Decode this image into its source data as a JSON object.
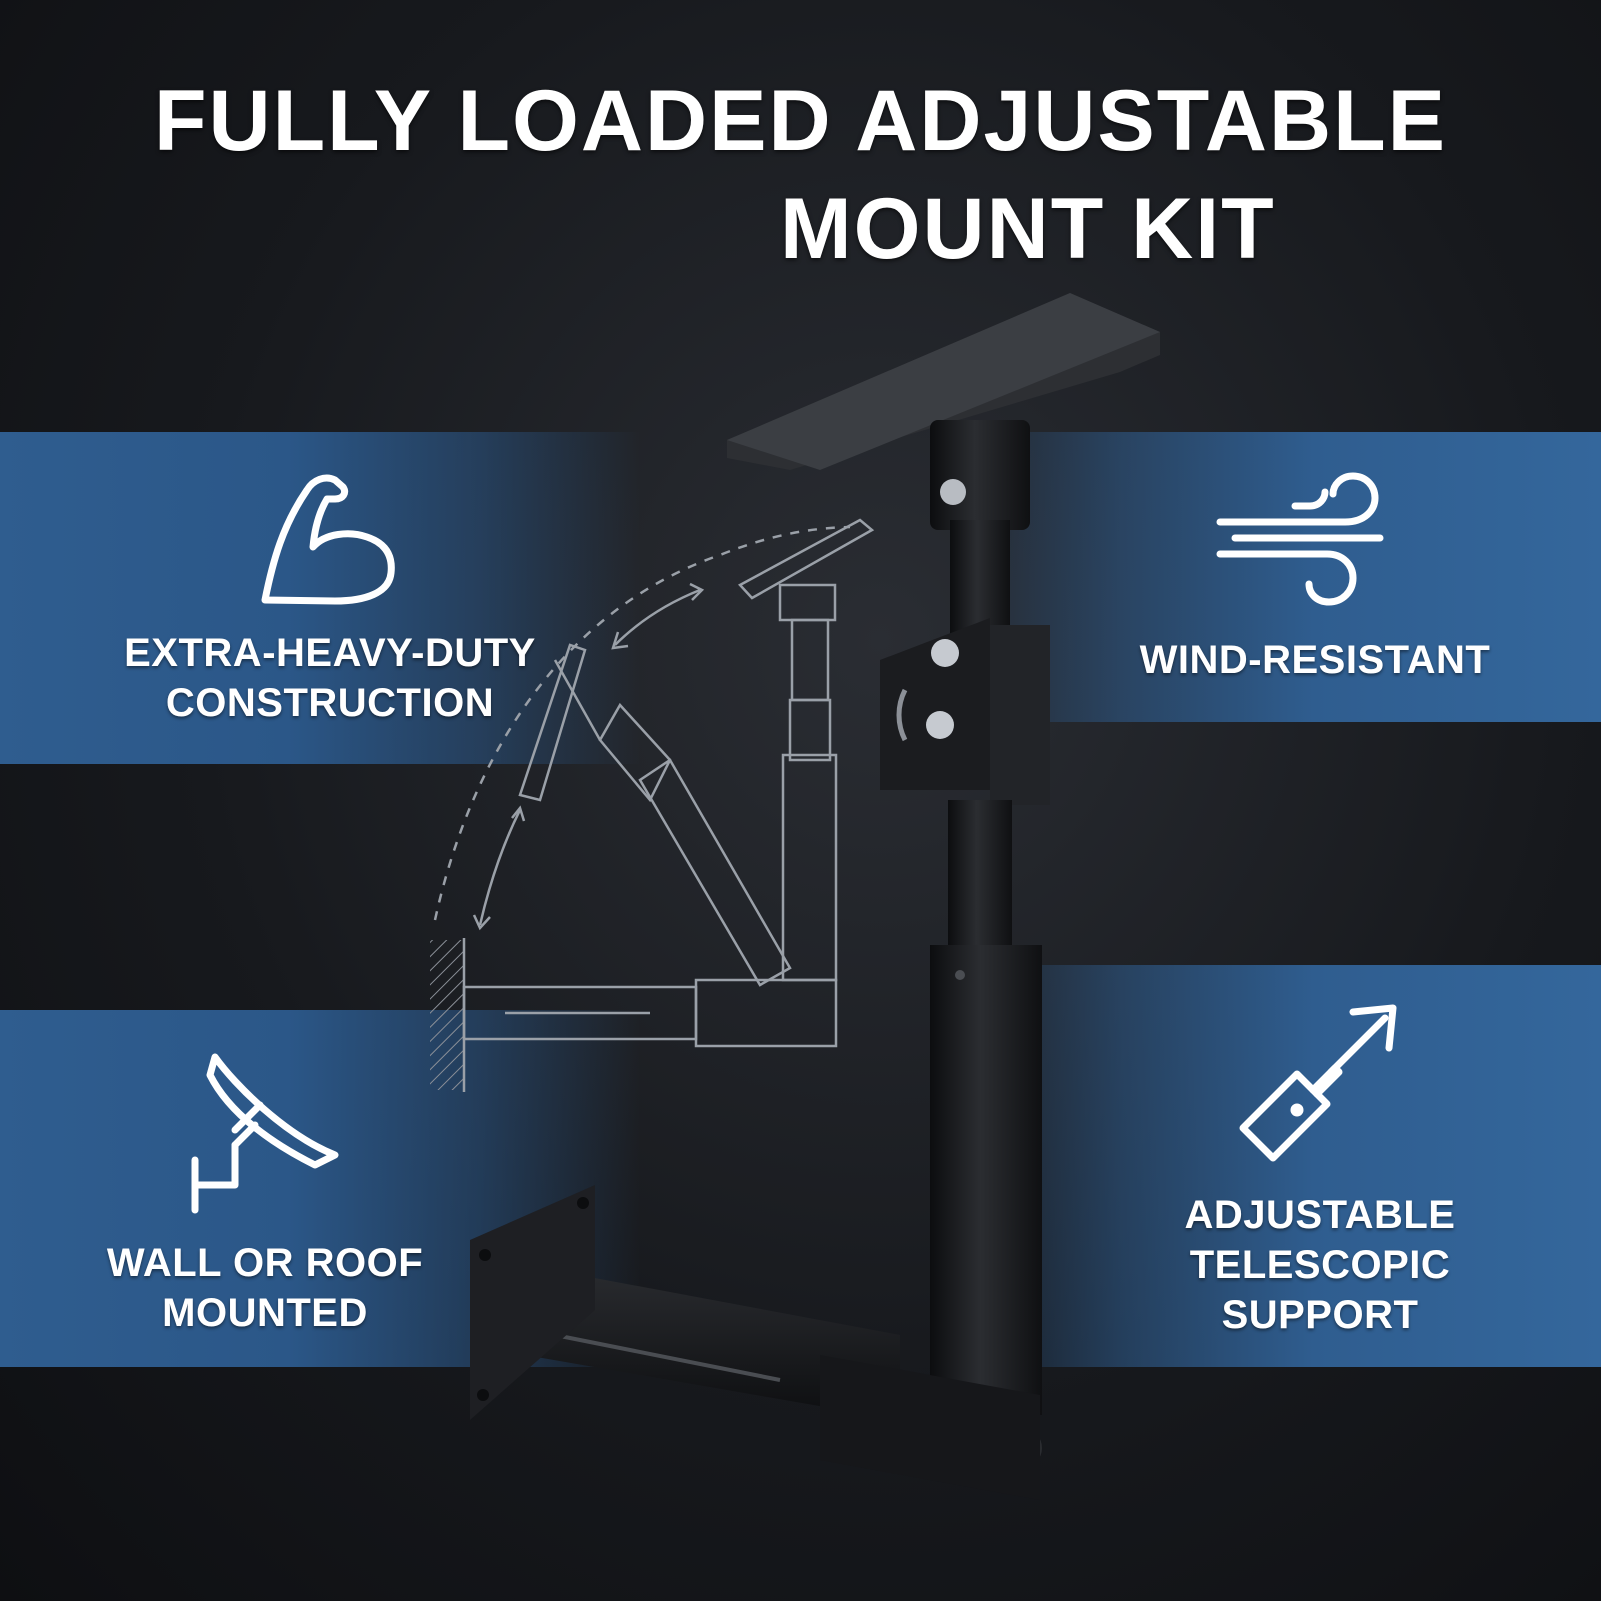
{
  "title": {
    "line1": "FULLY LOADED ADJUSTABLE",
    "line2": "MOUNT KIT"
  },
  "features": [
    {
      "icon": "flexed-arm-icon",
      "line1": "EXTRA-HEAVY-DUTY",
      "line2": "CONSTRUCTION"
    },
    {
      "icon": "wind-icon",
      "line1": "WIND-RESISTANT"
    },
    {
      "icon": "satellite-dish-icon",
      "line1": "WALL OR ROOF",
      "line2": "MOUNTED"
    },
    {
      "icon": "telescopic-arrow-icon",
      "line1": "ADJUSTABLE",
      "line2": "TELESCOPIC",
      "line3": "SUPPORT"
    }
  ],
  "colors": {
    "band_blue": "#2f5d8f",
    "background": "#17191d",
    "text": "#ffffff"
  }
}
